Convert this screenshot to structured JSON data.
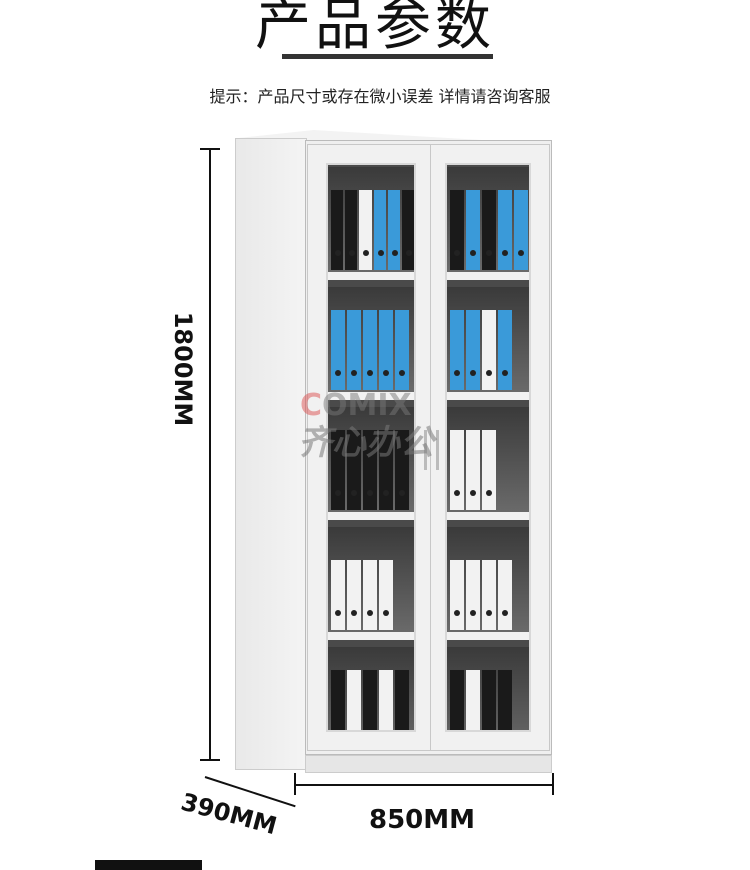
{
  "header": {
    "title": "产品参数",
    "hint": "提示：产品尺寸或存在微小误差 详情请咨询客服"
  },
  "dimensions": {
    "height": "1800MM",
    "width": "850MM",
    "depth": "390MM"
  },
  "watermark": {
    "brand_text": "齐心办公",
    "logo_text": "COMIX"
  },
  "colors": {
    "binder_blue": "#3a9ad9",
    "binder_black": "#1a1a1a",
    "binder_white": "#f2f2f2",
    "cabinet": "#efefef"
  }
}
